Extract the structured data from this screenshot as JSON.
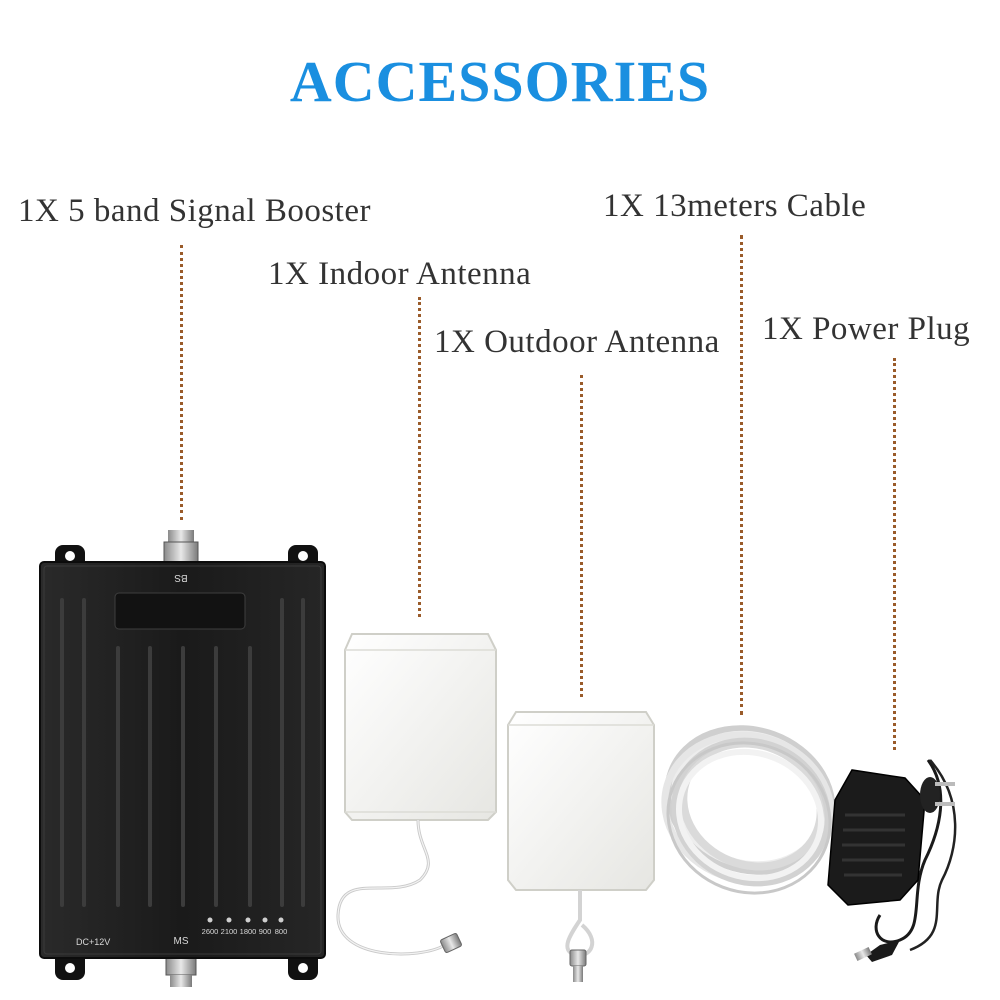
{
  "title": "ACCESSORIES",
  "items": [
    {
      "label": "1X 5 band Signal Booster"
    },
    {
      "label": "1X Indoor Antenna"
    },
    {
      "label": "1X Outdoor Antenna"
    },
    {
      "label": "1X 13meters Cable"
    },
    {
      "label": "1X Power Plug"
    }
  ],
  "booster": {
    "top_port": "BS",
    "bottom_port": "MS",
    "power": "DC+12V",
    "bands": [
      "2600",
      "2100",
      "1800",
      "900",
      "800"
    ]
  },
  "colors": {
    "title": "#1a8fe0",
    "leader": "#9a5b2a",
    "booster_body": "#1c1c1c"
  }
}
